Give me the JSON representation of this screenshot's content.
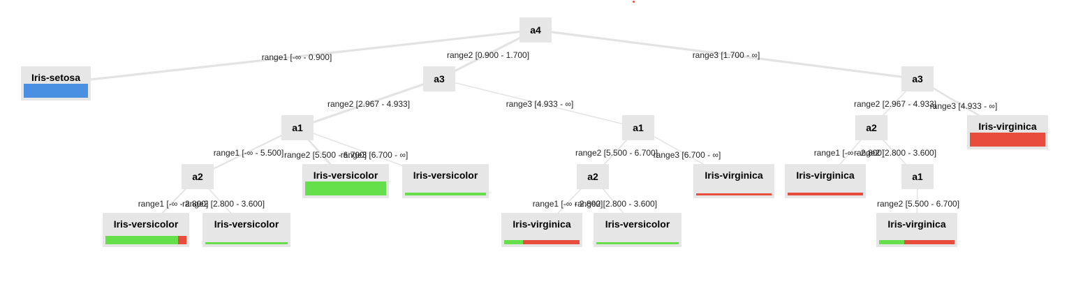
{
  "colors": {
    "setosa": "#4a90e2",
    "versicolor": "#66e04a",
    "virginica": "#e84c3d",
    "edge": "#e3e3e3",
    "dot": "#e74c3c"
  },
  "tree": {
    "nodes": [
      {
        "id": "n_a4",
        "label": "a4",
        "type": "split"
      },
      {
        "id": "n_setosa",
        "label": "Iris-setosa",
        "type": "leaf",
        "dist": {
          "setosa": 1,
          "versicolor": 0,
          "virginica": 0
        },
        "weight": 1
      },
      {
        "id": "n_a3_mid",
        "label": "a3",
        "type": "split"
      },
      {
        "id": "n_a3_right",
        "label": "a3",
        "type": "split"
      },
      {
        "id": "n_a1_left",
        "label": "a1",
        "type": "split"
      },
      {
        "id": "n_a1_mid",
        "label": "a1",
        "type": "split"
      },
      {
        "id": "n_a2_left",
        "label": "a2",
        "type": "split"
      },
      {
        "id": "n_versi_big",
        "label": "Iris-versicolor",
        "type": "leaf",
        "dist": {
          "setosa": 0,
          "versicolor": 1,
          "virginica": 0
        },
        "weight": 1
      },
      {
        "id": "n_versi_thin1",
        "label": "Iris-versicolor",
        "type": "leaf",
        "dist": {
          "setosa": 0,
          "versicolor": 1,
          "virginica": 0
        },
        "weight": 0.2
      },
      {
        "id": "n_versi_mixed",
        "label": "Iris-versicolor",
        "type": "leaf",
        "dist": {
          "setosa": 0,
          "versicolor": 0.9,
          "virginica": 0.1
        },
        "weight": 0.6
      },
      {
        "id": "n_versi_thin2",
        "label": "Iris-versicolor",
        "type": "leaf",
        "dist": {
          "setosa": 0,
          "versicolor": 1,
          "virginica": 0
        },
        "weight": 0.15
      },
      {
        "id": "n_a2_mid",
        "label": "a2",
        "type": "split"
      },
      {
        "id": "n_virg_mid1",
        "label": "Iris-virginica",
        "type": "leaf",
        "dist": {
          "setosa": 0,
          "versicolor": 0,
          "virginica": 1
        },
        "weight": 0.15
      },
      {
        "id": "n_virg_mixed1",
        "label": "Iris-virginica",
        "type": "leaf",
        "dist": {
          "setosa": 0,
          "versicolor": 0.25,
          "virginica": 0.75
        },
        "weight": 0.3
      },
      {
        "id": "n_versi_thin3",
        "label": "Iris-versicolor",
        "type": "leaf",
        "dist": {
          "setosa": 0,
          "versicolor": 1,
          "virginica": 0
        },
        "weight": 0.15
      },
      {
        "id": "n_virg_big",
        "label": "Iris-virginica",
        "type": "leaf",
        "dist": {
          "setosa": 0,
          "versicolor": 0,
          "virginica": 1
        },
        "weight": 1
      },
      {
        "id": "n_a2_right",
        "label": "a2",
        "type": "split"
      },
      {
        "id": "n_virg_right1",
        "label": "Iris-virginica",
        "type": "leaf",
        "dist": {
          "setosa": 0,
          "versicolor": 0,
          "virginica": 1
        },
        "weight": 0.2
      },
      {
        "id": "n_a1_right",
        "label": "a1",
        "type": "split"
      },
      {
        "id": "n_virg_mixed2",
        "label": "Iris-virginica",
        "type": "leaf",
        "dist": {
          "setosa": 0,
          "versicolor": 0.33,
          "virginica": 0.67
        },
        "weight": 0.3
      }
    ],
    "edges": [
      {
        "from": "n_a4",
        "to": "n_setosa",
        "label": "range1 [-∞ - 0.900]",
        "weight": 1
      },
      {
        "from": "n_a4",
        "to": "n_a3_mid",
        "label": "range2 [0.900 - 1.700]",
        "weight": 1
      },
      {
        "from": "n_a4",
        "to": "n_a3_right",
        "label": "range3 [1.700 - ∞]",
        "weight": 1
      },
      {
        "from": "n_a3_mid",
        "to": "n_a1_left",
        "label": "range2 [2.967 - 4.933]",
        "weight": 1
      },
      {
        "from": "n_a3_mid",
        "to": "n_a1_mid",
        "label": "range3 [4.933 - ∞]",
        "weight": 0.3
      },
      {
        "from": "n_a1_left",
        "to": "n_a2_left",
        "label": "range1 [-∞ - 5.500]",
        "weight": 0.6
      },
      {
        "from": "n_a1_left",
        "to": "n_versi_big",
        "label": "range2 [5.500 - 6.700]",
        "weight": 0.8
      },
      {
        "from": "n_a1_left",
        "to": "n_versi_thin1",
        "label": "range3 [6.700 - ∞]",
        "weight": 0.3
      },
      {
        "from": "n_a2_left",
        "to": "n_versi_mixed",
        "label": "range1 [-∞ - 2.800]",
        "weight": 0.5
      },
      {
        "from": "n_a2_left",
        "to": "n_versi_thin2",
        "label": "range2 [2.800 - 3.600]",
        "weight": 0.3
      },
      {
        "from": "n_a1_mid",
        "to": "n_a2_mid",
        "label": "range2 [5.500 - 6.700]",
        "weight": 0.4
      },
      {
        "from": "n_a1_mid",
        "to": "n_virg_mid1",
        "label": "range3 [6.700 - ∞]",
        "weight": 0.3
      },
      {
        "from": "n_a2_mid",
        "to": "n_virg_mixed1",
        "label": "range1 [-∞ - 2.800]",
        "weight": 0.3
      },
      {
        "from": "n_a2_mid",
        "to": "n_versi_thin3",
        "label": "range2 [2.800 - 3.600]",
        "weight": 0.3
      },
      {
        "from": "n_a3_right",
        "to": "n_a2_right",
        "label": "range2 [2.967 - 4.933]",
        "weight": 0.4
      },
      {
        "from": "n_a3_right",
        "to": "n_virg_big",
        "label": "range3 [4.933 - ∞]",
        "weight": 0.8
      },
      {
        "from": "n_a2_right",
        "to": "n_virg_right1",
        "label": "range1 [-∞ - 2.800]",
        "weight": 0.3
      },
      {
        "from": "n_a2_right",
        "to": "n_a1_right",
        "label": "range2 [2.800 - 3.600]",
        "weight": 0.3
      },
      {
        "from": "n_a1_right",
        "to": "n_virg_mixed2",
        "label": "range2 [5.500 - 6.700]",
        "weight": 0.3
      }
    ]
  }
}
